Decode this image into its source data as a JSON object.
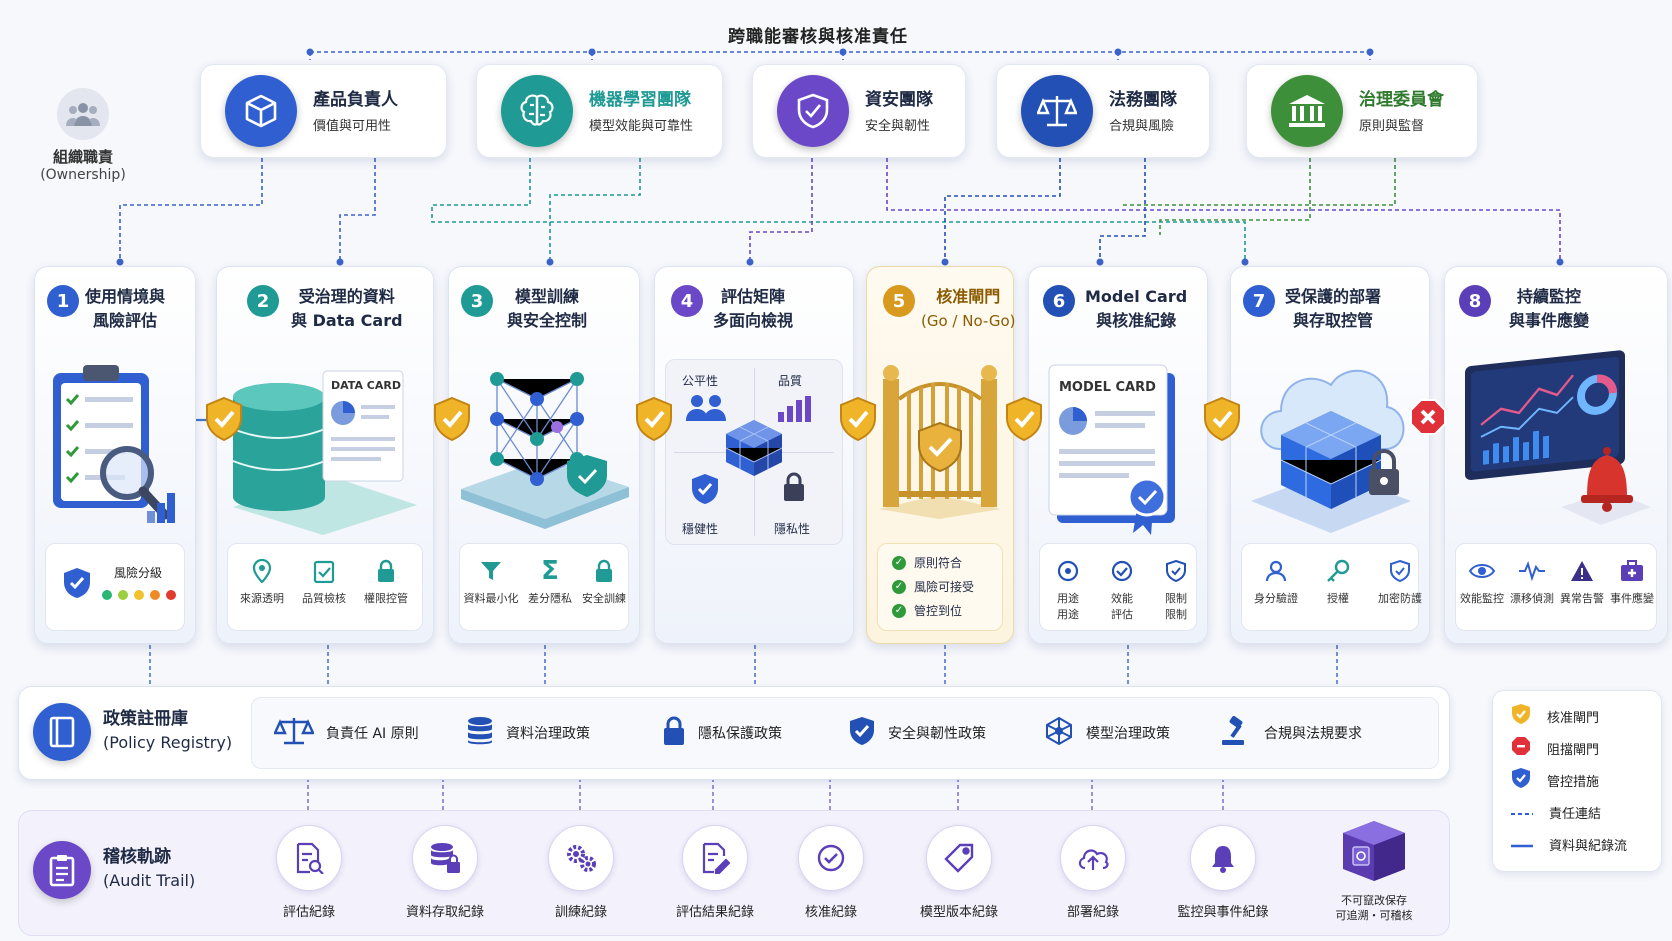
{
  "top_title": "跨職能審核與核准責任",
  "ownership": {
    "title": "組織職責",
    "subtitle": "(Ownership)"
  },
  "teams": [
    {
      "name": "產品負責人",
      "desc": "價值與可用性",
      "color": "#2f5fd0",
      "icon": "cube-icon"
    },
    {
      "name": "機器學習團隊",
      "desc": "模型效能與可靠性",
      "color": "#1f9a94",
      "icon": "brain-icon"
    },
    {
      "name": "資安團隊",
      "desc": "安全與韌性",
      "color": "#6a48c8",
      "icon": "shield-check-icon"
    },
    {
      "name": "法務團隊",
      "desc": "合規與風險",
      "color": "#2350b4",
      "icon": "scale-icon"
    },
    {
      "name": "治理委員會",
      "desc": "原則與監督",
      "color": "#3d8f3a",
      "icon": "building-icon"
    }
  ],
  "stages": [
    {
      "num": "1",
      "title1": "使用情境與",
      "title2": "風險評估",
      "color": "#2f5fd0",
      "footer_label": "風險分級",
      "controls": []
    },
    {
      "num": "2",
      "title1": "受治理的資料",
      "title2": "與 Data Card",
      "color": "#1f9a94",
      "card_label": "DATA CARD",
      "controls": [
        {
          "label": "來源透明",
          "icon": "pin-icon"
        },
        {
          "label": "品質檢核",
          "icon": "clipboard-check-icon"
        },
        {
          "label": "權限控管",
          "icon": "lock-icon"
        }
      ]
    },
    {
      "num": "3",
      "title1": "模型訓練",
      "title2": "與安全控制",
      "color": "#1f9a94",
      "controls": [
        {
          "label": "資料最小化",
          "icon": "funnel-icon"
        },
        {
          "label": "差分隱私",
          "icon": "sigma-icon"
        },
        {
          "label": "安全訓練",
          "icon": "lock-icon"
        }
      ]
    },
    {
      "num": "4",
      "title1": "評估矩陣",
      "title2": "多面向檢視",
      "color": "#6a48c8",
      "matrix": [
        "公平性",
        "品質",
        "穩健性",
        "隱私性"
      ],
      "controls": []
    },
    {
      "num": "5",
      "title1": "核准閘門",
      "title2": "(Go / No-Go)",
      "color": "#d89a1e",
      "checks": [
        "原則符合",
        "風險可接受",
        "管控到位"
      ],
      "controls": []
    },
    {
      "num": "6",
      "title1": "Model Card",
      "title2": "與核准紀錄",
      "color": "#2350b4",
      "card_label": "MODEL CARD",
      "controls": [
        {
          "label": "用途",
          "label2": "用途",
          "icon": "target-icon"
        },
        {
          "label": "效能",
          "label2": "評估",
          "icon": "chart-check-icon"
        },
        {
          "label": "限制",
          "label2": "限制",
          "icon": "shield-outline-icon"
        }
      ]
    },
    {
      "num": "7",
      "title1": "受保護的部署",
      "title2": "與存取控管",
      "color": "#2f5fd0",
      "controls": [
        {
          "label": "身分驗證",
          "icon": "user-icon"
        },
        {
          "label": "授權",
          "icon": "key-icon"
        },
        {
          "label": "加密防護",
          "icon": "shield-outline-icon"
        }
      ]
    },
    {
      "num": "8",
      "title1": "持續監控",
      "title2": "與事件應變",
      "color": "#5b3fb8",
      "controls": [
        {
          "label": "效能監控",
          "icon": "eye-icon"
        },
        {
          "label": "漂移偵測",
          "icon": "pulse-icon"
        },
        {
          "label": "異常告警",
          "icon": "warning-icon"
        },
        {
          "label": "事件應變",
          "icon": "medkit-icon"
        }
      ]
    }
  ],
  "policy_registry": {
    "title1": "政策註冊庫",
    "title2": "(Policy Registry)",
    "items": [
      {
        "label": "負責任 AI 原則",
        "icon": "scale-icon"
      },
      {
        "label": "資料治理政策",
        "icon": "database-icon"
      },
      {
        "label": "隱私保護政策",
        "icon": "lock-icon"
      },
      {
        "label": "安全與韌性政策",
        "icon": "shield-check-icon"
      },
      {
        "label": "模型治理政策",
        "icon": "network-icon"
      },
      {
        "label": "合規與法規要求",
        "icon": "gavel-icon"
      }
    ]
  },
  "audit_trail": {
    "title1": "稽核軌跡",
    "title2": "(Audit Trail)",
    "items": [
      {
        "label": "評估紀錄",
        "icon": "doc-search-icon"
      },
      {
        "label": "資料存取紀錄",
        "icon": "database-lock-icon"
      },
      {
        "label": "訓練紀錄",
        "icon": "gears-icon"
      },
      {
        "label": "評估結果紀錄",
        "icon": "doc-edit-icon"
      },
      {
        "label": "核准紀錄",
        "icon": "check-circle-icon"
      },
      {
        "label": "模型版本紀錄",
        "icon": "tag-icon"
      },
      {
        "label": "部署紀錄",
        "icon": "cloud-upload-icon"
      },
      {
        "label": "監控與事件紀錄",
        "icon": "bell-icon"
      }
    ],
    "vault_label1": "不可竄改保存",
    "vault_label2": "可追溯・可稽核"
  },
  "legend": [
    {
      "label": "核准閘門",
      "icon": "gold-shield-icon"
    },
    {
      "label": "阻擋閘門",
      "icon": "red-octagon-icon"
    },
    {
      "label": "管控措施",
      "icon": "blue-shield-icon"
    },
    {
      "label": "責任連結",
      "icon": "dashed-line-icon"
    },
    {
      "label": "資料與紀錄流",
      "icon": "solid-line-icon"
    }
  ]
}
